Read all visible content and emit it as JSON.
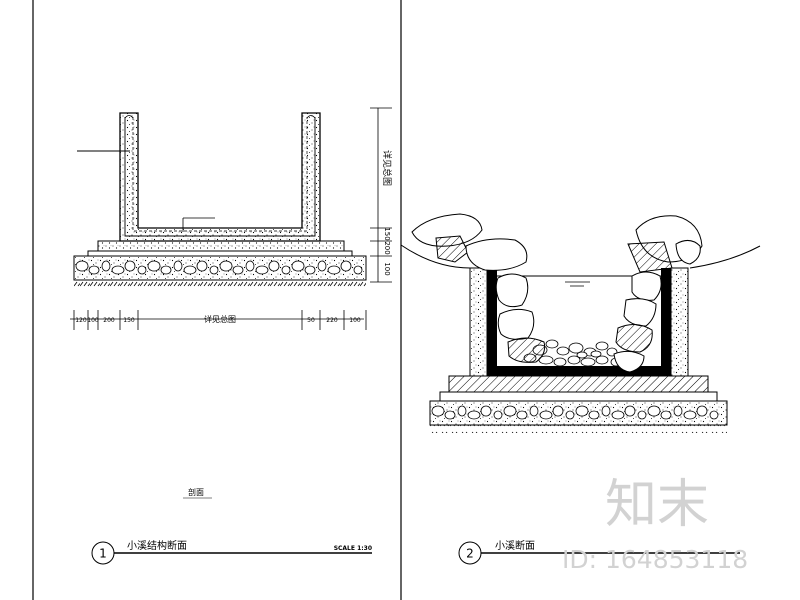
{
  "drawing1": {
    "number": "1",
    "title": "小溪结构断面",
    "scale": "SCALE 1:30",
    "sub_label": "剖面",
    "width_label": "详见总图",
    "height_label": "详见总图",
    "dims_bottom": [
      "120",
      "100",
      "200",
      "150",
      "50",
      "220",
      "100"
    ],
    "dims_right": [
      "150",
      "200",
      "100"
    ]
  },
  "drawing2": {
    "number": "2",
    "title": "小溪断面"
  },
  "watermark": {
    "logo_text": "知末",
    "id_text": "ID: 164853118"
  }
}
